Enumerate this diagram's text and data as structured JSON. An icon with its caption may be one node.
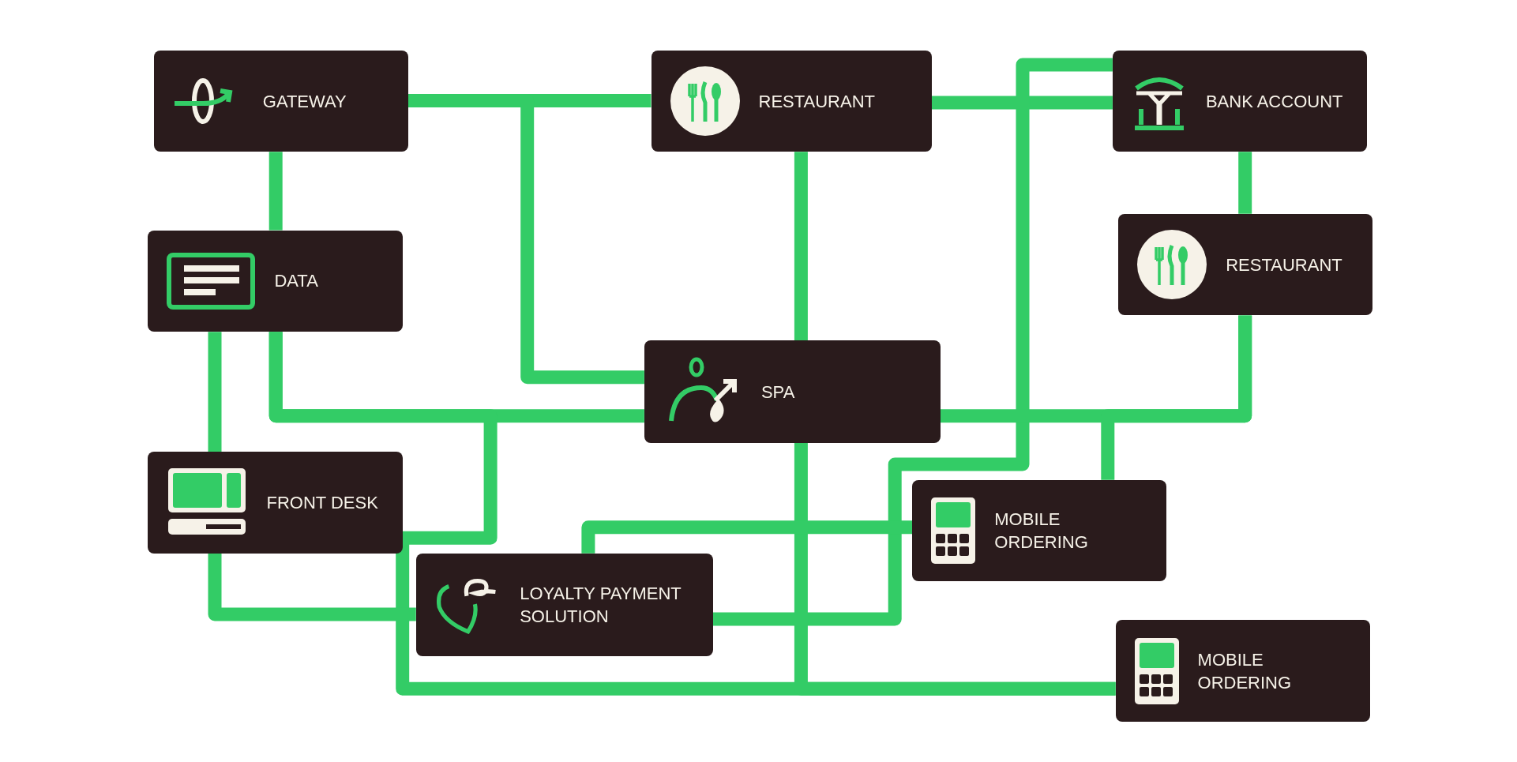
{
  "diagram": {
    "nodes": [
      {
        "text": [
          "GATEWAY"
        ]
      },
      {
        "text": [
          "RESTAURANT"
        ]
      },
      {
        "text": [
          "BANK ACCOUNT"
        ]
      },
      {
        "text": [
          "DATA"
        ]
      },
      {
        "text": [
          "RESTAURANT"
        ]
      },
      {
        "text": [
          "SPA"
        ]
      },
      {
        "text": [
          "FRONT DESK"
        ]
      },
      {
        "text": [
          "MOBILE ORDERING"
        ]
      },
      {
        "text": [
          "LOYALTY PAYMENT SOLUTION"
        ]
      },
      {
        "text": [
          "MOBILE ORDERING"
        ]
      }
    ],
    "edges": [
      {
        "from": 0,
        "to": 1,
        "arrow": "none"
      },
      {
        "from": 0,
        "to": 5,
        "arrow": "none"
      },
      {
        "from": 0,
        "to": 3,
        "arrow": "none"
      },
      {
        "from": 1,
        "to": 2,
        "arrow": "none"
      },
      {
        "from": 2,
        "to": 8,
        "arrow": "none"
      },
      {
        "from": 1,
        "to": 5,
        "arrow": "none"
      },
      {
        "from": 2,
        "to": 4,
        "arrow": "none"
      },
      {
        "from": 4,
        "to": 5,
        "arrow": "none"
      },
      {
        "from": 4,
        "to": 7,
        "arrow": "none"
      },
      {
        "from": 3,
        "to": 5,
        "arrow": "none"
      },
      {
        "from": 3,
        "to": 9,
        "arrow": "none"
      },
      {
        "from": 5,
        "to": 9,
        "arrow": "none"
      },
      {
        "from": 3,
        "to": 6,
        "arrow": "none"
      },
      {
        "from": 6,
        "to": 8,
        "arrow": "none"
      },
      {
        "from": 7,
        "to": 8,
        "arrow": "none"
      }
    ]
  }
}
